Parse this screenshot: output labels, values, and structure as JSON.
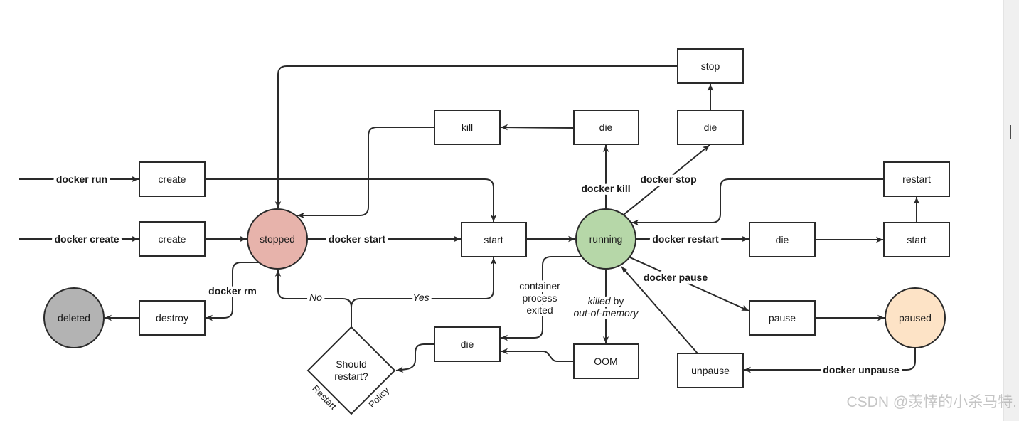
{
  "states": {
    "stopped": "stopped",
    "running": "running",
    "deleted": "deleted",
    "paused": "paused"
  },
  "colors": {
    "stopped": "#e7b3ab",
    "running": "#b6d7a8",
    "deleted": "#b3b3b3",
    "paused": "#fde3c6"
  },
  "events": {
    "create_run": "create",
    "create": "create",
    "start": "start",
    "kill": "kill",
    "die_kill": "die",
    "die_stop": "die",
    "stop": "stop",
    "restart": "restart",
    "die_restart": "die",
    "start_restart": "start",
    "destroy": "destroy",
    "pause": "pause",
    "die_exit": "die",
    "oom": "OOM",
    "unpause": "unpause"
  },
  "decision": {
    "line1": "Should",
    "line2": "restart?",
    "edge_left": "Restart",
    "edge_right": "Policy"
  },
  "commands": {
    "docker_run": "docker run",
    "docker_create": "docker create",
    "docker_start": "docker start",
    "docker_rm": "docker rm",
    "docker_kill": "docker kill",
    "docker_stop": "docker stop",
    "docker_restart": "docker restart",
    "docker_pause": "docker pause",
    "docker_unpause": "docker unpause"
  },
  "edge_labels": {
    "no": "No",
    "yes": "Yes",
    "exited_line1": "container",
    "exited_line2": "process",
    "exited_line3": "exited",
    "oom_killed": "killed",
    "oom_by": "by",
    "oom_line2": "out-of-memory"
  },
  "watermark": "CSDN @羡悻的小杀马特."
}
